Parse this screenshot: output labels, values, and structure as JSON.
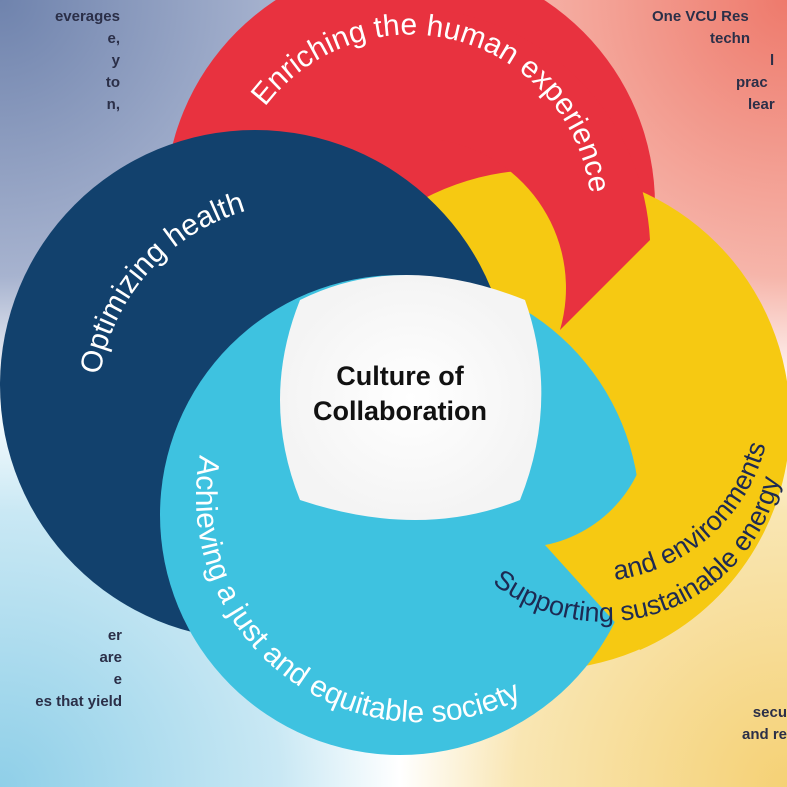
{
  "center": {
    "line1": "Culture of",
    "line2": "Collaboration"
  },
  "rings": {
    "red": "Enriching the human experience",
    "navy": "Optimizing health",
    "yellow_line1": "Supporting sustainable energy",
    "yellow_line2": "and environments",
    "cyan": "Achieving a just and equitable society"
  },
  "corners": {
    "top_left": [
      "everages",
      "e,",
      "y",
      "to",
      "n,"
    ],
    "top_right": [
      "One VCU Res",
      "techn",
      "l",
      "prac",
      "lear"
    ],
    "bottom_left": [
      "er",
      "are",
      "e",
      "es that yield"
    ],
    "bottom_right": [
      "secu",
      "and re"
    ]
  },
  "colors": {
    "red": "#e8323f",
    "navy": "#12416d",
    "yellow": "#f6c912",
    "cyan": "#3ec2e0",
    "bg_top_left": "#7d8fb6",
    "bg_top_right": "#ef8a7c",
    "bg_bottom_left": "#a8d8ec",
    "bg_bottom_right": "#f6da86"
  }
}
